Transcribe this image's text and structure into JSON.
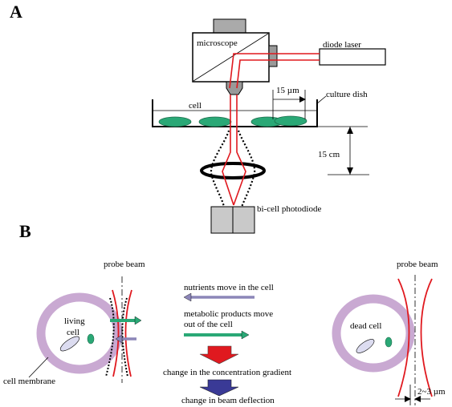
{
  "panels": {
    "a": "A",
    "b": "B"
  },
  "panel_a": {
    "microscope": "microscope",
    "diode_laser": "diode laser",
    "spacing_15um": "15 µm",
    "culture_dish": "culture dish",
    "cell": "cell",
    "distance_15cm": "15 cm",
    "photodiode": "bi-cell photodiode"
  },
  "panel_b": {
    "probe_beam_left": "probe beam",
    "probe_beam_right": "probe beam",
    "living_cell_line1": "living",
    "living_cell_line2": "cell",
    "cell_membrane": "cell membrane",
    "dead_cell": "dead cell",
    "nutrients": "nutrients move in the cell",
    "metabolic_line1": "metabolic products  move",
    "metabolic_line2": "out of the cell",
    "concentration": "change in the concentration gradient",
    "deflection": "change in beam deflection",
    "gap": "2~3  µm"
  },
  "colors": {
    "laser": "#e0191f",
    "cell_fill": "#2aa876",
    "membrane": "#c9a9d2",
    "nucleus_fill": "#dcdcf0",
    "nutrient_arrow": "#8c86b8",
    "product_arrow": "#2aa876",
    "gradient_arrow": "#e0191f",
    "deflection_arrow": "#3a3a96",
    "photodiode": "#c9c9c9",
    "microscope_knob": "#999999"
  },
  "icons": {
    "nutrients": "left-arrow-icon",
    "products": "right-arrow-icon",
    "gradient": "down-arrow-icon",
    "deflection": "down-arrow-icon"
  }
}
